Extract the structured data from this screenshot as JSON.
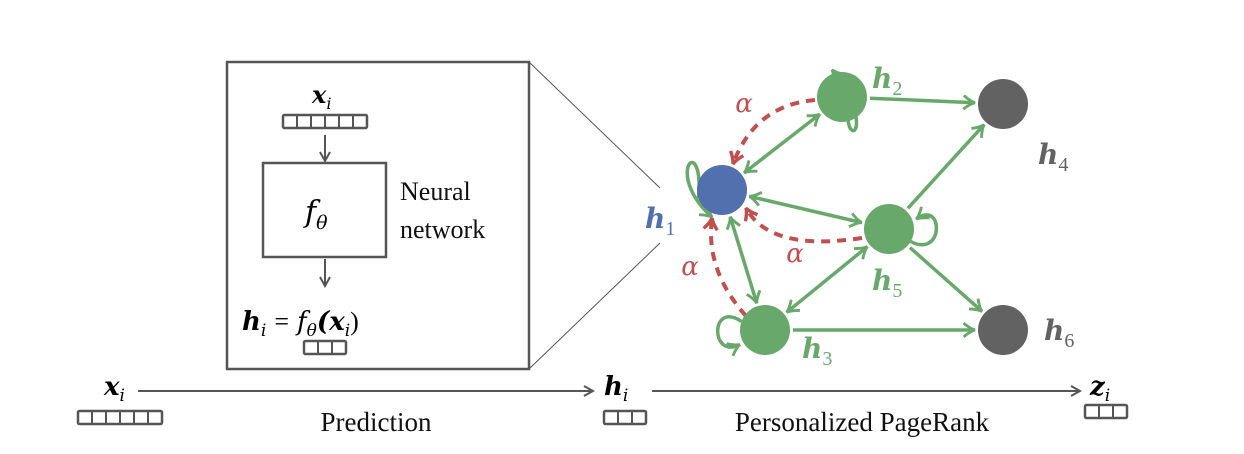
{
  "colors": {
    "green": "#68a86a",
    "blue": "#5270ad",
    "gray": "#626262",
    "red": "#c0504d",
    "stroke": "#555555",
    "text": "#111111"
  },
  "zoom_box": {
    "input_label": "x",
    "input_sub": "i",
    "input_vector_cells": 6,
    "function_label": "f",
    "function_sub": "θ",
    "side_label_line1": "Neural",
    "side_label_line2": "network",
    "equation_lhs": "h",
    "equation_lhs_sub": "i",
    "equation_eq": "=",
    "equation_rhs": "f",
    "equation_rhs_sub": "θ",
    "equation_arg": "(x",
    "equation_arg_sub": "i",
    "equation_close": ")",
    "output_vector_cells": 3
  },
  "pipeline": {
    "input_label": "x",
    "input_sub": "i",
    "input_cells": 6,
    "step1_label": "Prediction",
    "mid_label": "h",
    "mid_sub": "i",
    "mid_cells": 3,
    "step2_label": "Personalized PageRank",
    "output_label": "z",
    "output_sub": "i",
    "output_cells": 3
  },
  "graph": {
    "nodes": [
      {
        "id": "h1",
        "label": "h",
        "sub": "1",
        "color": "blue"
      },
      {
        "id": "h2",
        "label": "h",
        "sub": "2",
        "color": "green"
      },
      {
        "id": "h3",
        "label": "h",
        "sub": "3",
        "color": "green"
      },
      {
        "id": "h4",
        "label": "h",
        "sub": "4",
        "color": "gray"
      },
      {
        "id": "h5",
        "label": "h",
        "sub": "5",
        "color": "green"
      },
      {
        "id": "h6",
        "label": "h",
        "sub": "6",
        "color": "gray"
      }
    ],
    "edges": [
      {
        "from": "h1",
        "to": "h2",
        "bidirectional": true
      },
      {
        "from": "h1",
        "to": "h5",
        "bidirectional": true
      },
      {
        "from": "h1",
        "to": "h3",
        "bidirectional": true
      },
      {
        "from": "h3",
        "to": "h5",
        "bidirectional": true
      },
      {
        "from": "h2",
        "to": "h4",
        "bidirectional": false
      },
      {
        "from": "h5",
        "to": "h4",
        "bidirectional": false
      },
      {
        "from": "h5",
        "to": "h6",
        "bidirectional": false
      },
      {
        "from": "h3",
        "to": "h6",
        "bidirectional": false
      }
    ],
    "self_loops": [
      "h1",
      "h2",
      "h3",
      "h5"
    ],
    "teleport_edges": [
      {
        "from": "h2",
        "to": "h1",
        "label": "α"
      },
      {
        "from": "h5",
        "to": "h1",
        "label": "α"
      },
      {
        "from": "h3",
        "to": "h1",
        "label": "α"
      }
    ]
  }
}
